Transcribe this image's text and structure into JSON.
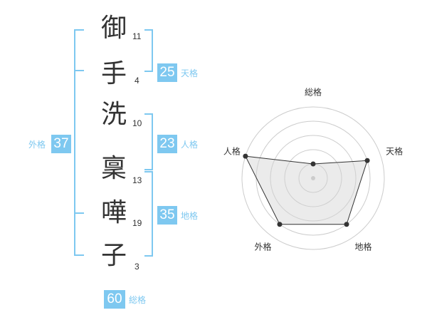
{
  "accent_color": "#7ec8f0",
  "name_chars": [
    {
      "char": "御",
      "strokes": "11"
    },
    {
      "char": "手",
      "strokes": "4"
    },
    {
      "char": "洗",
      "strokes": "10"
    },
    {
      "char": "稟",
      "strokes": "13"
    },
    {
      "char": "嘩",
      "strokes": "19"
    },
    {
      "char": "子",
      "strokes": "3"
    }
  ],
  "fortunes": {
    "tenkaku": {
      "value": "25",
      "label": "天格"
    },
    "jinkaku": {
      "value": "23",
      "label": "人格"
    },
    "chikaku": {
      "value": "35",
      "label": "地格"
    },
    "gaikaku": {
      "value": "37",
      "label": "外格"
    },
    "soukaku": {
      "value": "60",
      "label": "総格"
    }
  },
  "radar_chart": {
    "axes": [
      "総格",
      "天格",
      "地格",
      "外格",
      "人格"
    ],
    "values": [
      0.2,
      0.8,
      0.8,
      0.8,
      1.0
    ],
    "max": 1.0
  }
}
